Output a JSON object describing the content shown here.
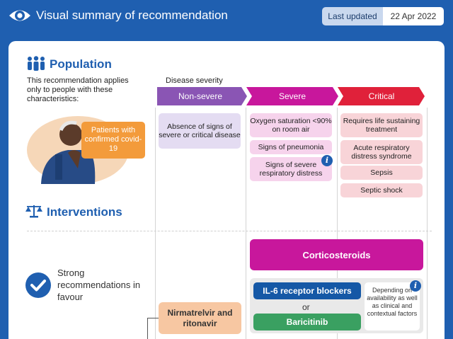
{
  "header": {
    "title": "Visual summary of recommendation",
    "last_updated_label": "Last updated",
    "last_updated_date": "22 Apr 2022"
  },
  "population": {
    "title": "Population",
    "description": "This recommendation applies only to people with these characteristics:",
    "patients_label": "Patients with confirmed covid-19"
  },
  "severity": {
    "label": "Disease severity",
    "columns": [
      {
        "name": "Non-severe",
        "color": "#8a55b4"
      },
      {
        "name": "Severe",
        "color": "#c8179c"
      },
      {
        "name": "Critical",
        "color": "#e0213a"
      }
    ],
    "non_severe_items": [
      "Absence of signs of severe or critical disease"
    ],
    "severe_items": [
      "Oxygen saturation <90% on room air",
      "Signs of pneumonia",
      "Signs of severe respiratory distress"
    ],
    "critical_items": [
      "Requires life sustaining treatment",
      "Acute respiratory distress syndrome",
      "Sepsis",
      "Septic shock"
    ]
  },
  "interventions": {
    "title": "Interventions",
    "strong_label": "Strong recommendations in favour",
    "corticosteroids": "Corticosteroids",
    "il6": "IL-6 receptor blockers",
    "or_text": "or",
    "baricitinib": "Baricitinib",
    "depending_note": "Depending on availability as well as clinical and contextual factors",
    "nirmatrelvir": "Nirmatrelvir and ritonavir"
  },
  "icons": {
    "eye": "eye-icon",
    "population": "people-icon",
    "scale": "scale-icon",
    "info": "info-icon",
    "check": "check-circle-icon"
  },
  "colors": {
    "brand_blue": "#1f5fb0",
    "non_severe": "#8a55b4",
    "severe": "#c8179c",
    "critical": "#e0213a",
    "patients_orange": "#f39b3b",
    "il6_blue": "#1558a6",
    "baricitinib_green": "#3aa061",
    "nirmatrelvir_peach": "#f7c7a2"
  }
}
